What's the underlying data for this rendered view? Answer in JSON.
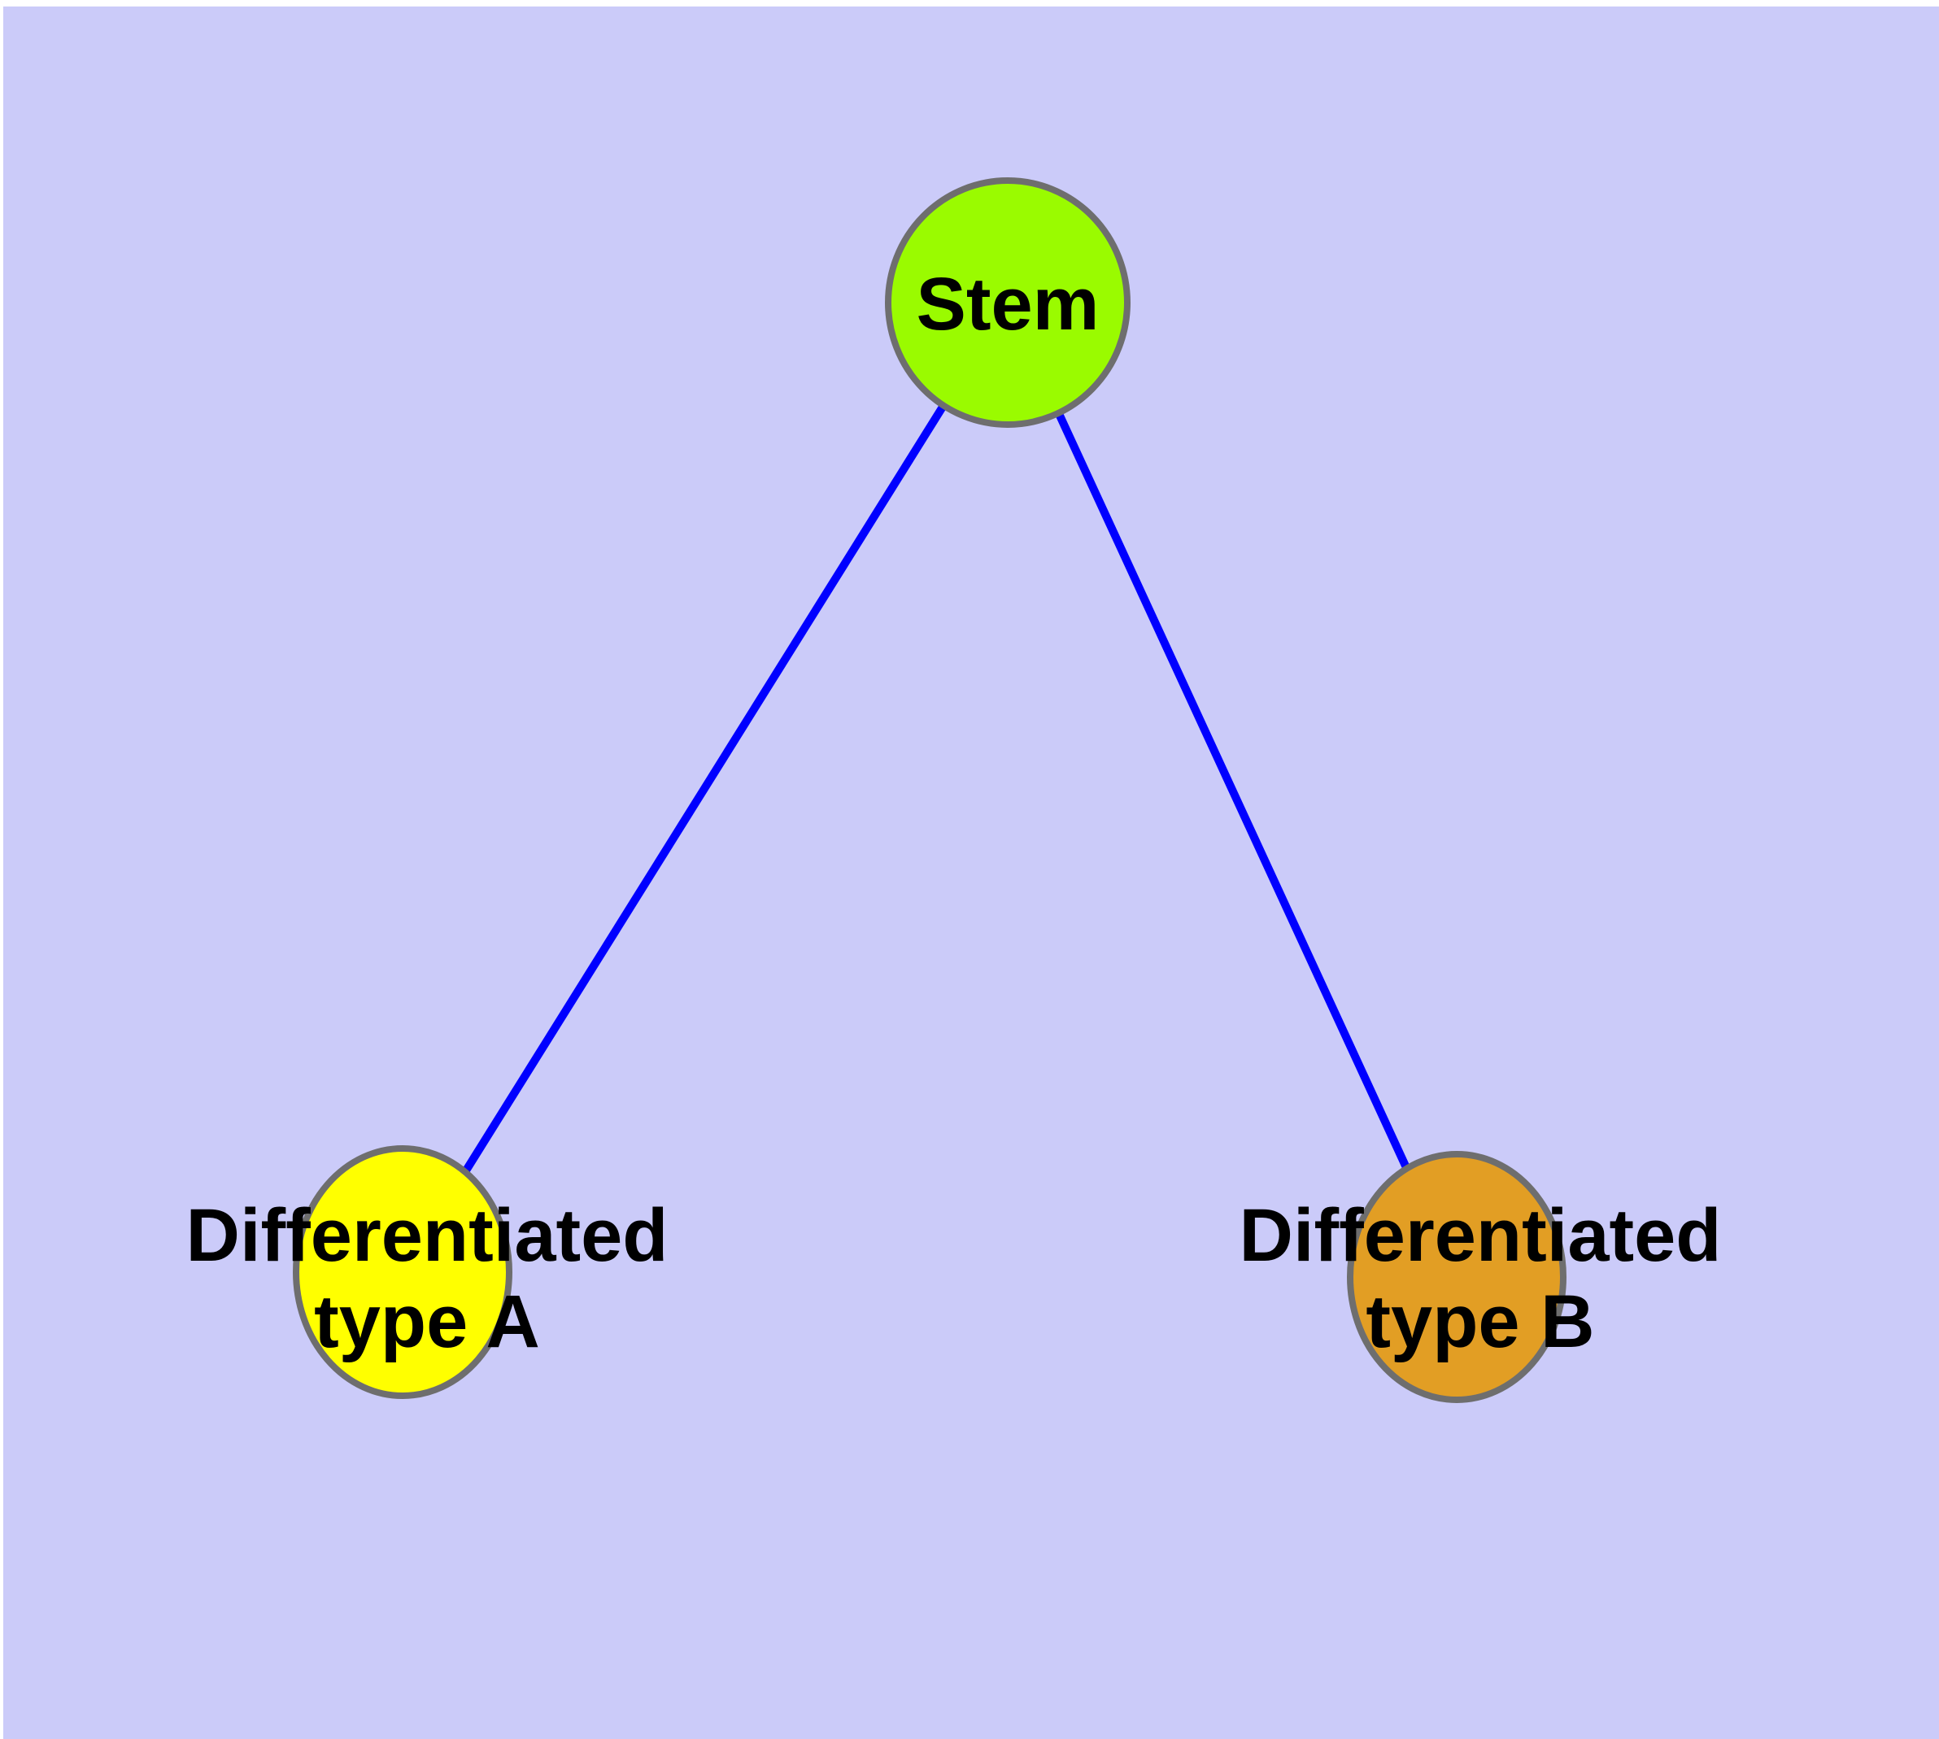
{
  "diagram": {
    "title": "stem-cell-differentiation-graph",
    "background_color": "#CBCBF9",
    "margin_color": "#FFFFFF",
    "edge_color": "#0000FF",
    "node_border_color": "#6E6E6E",
    "label_color": "#000000",
    "nodes": [
      {
        "id": "stem",
        "label": "Stem",
        "fill": "#9AFB00"
      },
      {
        "id": "type-a",
        "label_line1": "Differentiated",
        "label_line2": "type A",
        "fill": "#FFFF00"
      },
      {
        "id": "type-b",
        "label_line1": "Differentiated",
        "label_line2": "type B",
        "fill": "#E29E24"
      }
    ],
    "edges": [
      {
        "from": "stem",
        "to": "type-a"
      },
      {
        "from": "stem",
        "to": "type-b"
      }
    ]
  }
}
